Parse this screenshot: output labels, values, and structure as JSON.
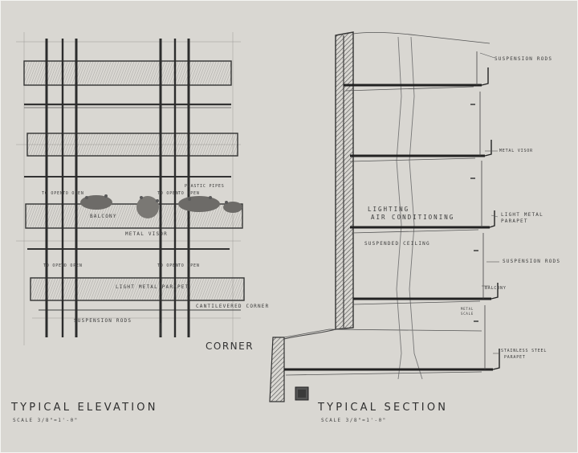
{
  "elevation": {
    "title": "TYPICAL ELEVATION",
    "scale": "SCALE 3/8\"=1'-0\"",
    "labels": {
      "plastic_pipes": "PLASTIC PIPES",
      "to_open_a": "TO OPEN",
      "to_open_b": "TO OPEN",
      "to_open_c": "TO OPEN",
      "to_open_d": "TO OPEN",
      "to_open_e": "TO OPEN",
      "to_open_f": "TO OPEN",
      "to_open_g": "TO OPEN",
      "to_open_h": "TO OPEN",
      "balcony": "BALCONY",
      "metal_visor": "METAL VISOR",
      "light_metal_parapet": "LIGHT METAL PARAPET",
      "cantilevered_corner": "CANTILEVERED CORNER",
      "suspension_rods": "SUSPENSION RODS",
      "corner": "CORNER"
    }
  },
  "section": {
    "title": "TYPICAL SECTION",
    "scale": "SCALE 3/8\"=1'-0\"",
    "labels": {
      "suspension_rods_top": "SUSPENSION RODS",
      "metal_visor": "METAL VISOR",
      "lighting": "LIGHTING",
      "air_conditioning": "AIR CONDITIONING",
      "light_metal_parapet_1": "LIGHT METAL",
      "light_metal_parapet_2": "PARAPET",
      "suspended_ceiling": "SUSPENDED CEILING",
      "suspension_rods_mid": "SUSPENSION RODS",
      "balcony": "BALCONY",
      "metal_scale_1": "METAL",
      "metal_scale_2": "SCALE",
      "stainless_steel_1": "STAINLESS STEEL",
      "stainless_steel_2": "PARAPET"
    }
  },
  "colors": {
    "paper": "#d9d7d2",
    "ink": "#2a2a2a",
    "hatch": "#555555"
  }
}
